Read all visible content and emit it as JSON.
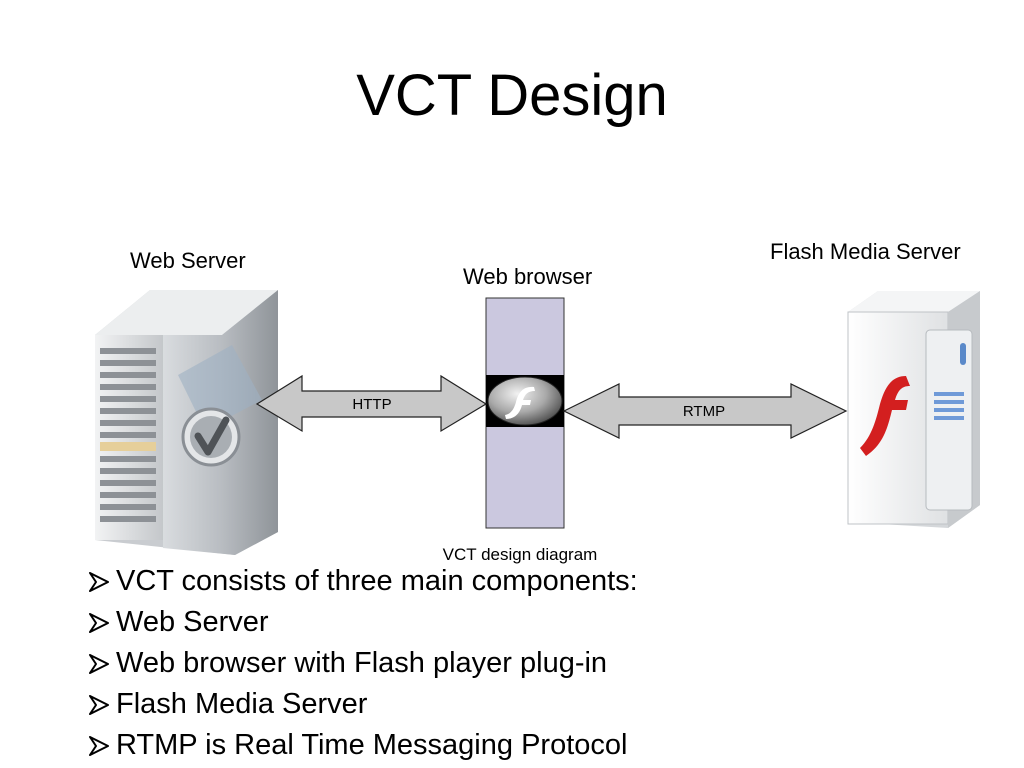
{
  "slide": {
    "title": "VCT Design",
    "caption": "VCT design diagram"
  },
  "diagram": {
    "web_server_label": "Web Server",
    "web_browser_label": "Web browser",
    "flash_media_server_label": "Flash Media Server",
    "http_label": "HTTP",
    "rtmp_label": "RTMP"
  },
  "bullets": [
    "VCT consists of three main components:",
    "Web Server",
    "Web browser with Flash player plug-in",
    "Flash Media Server",
    "RTMP is Real Time Messaging Protocol"
  ],
  "colors": {
    "browser_box": "#cbc8df",
    "arrow_fill": "#c8c8c8",
    "flash_red": "#d31f1f"
  }
}
